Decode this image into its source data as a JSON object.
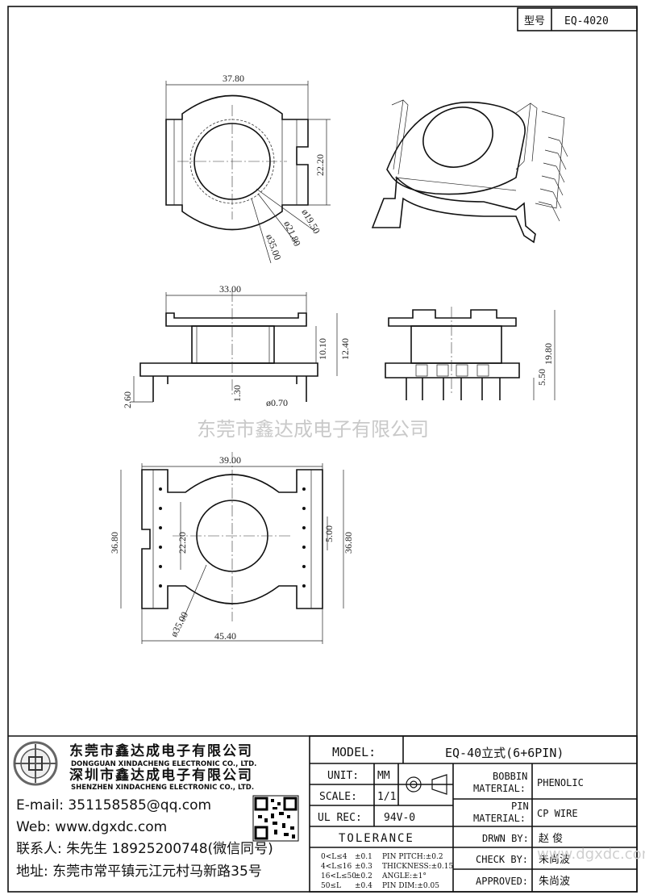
{
  "header": {
    "type_label": "型号",
    "type_value": "EQ-4020"
  },
  "dimensions": {
    "top_width": "37.80",
    "top_height": "22.20",
    "dia_inner": "ø19.50",
    "dia_mid": "ø21.80",
    "dia_outer": "ø35.00",
    "side_width": "33.00",
    "side_h1": "10.10",
    "side_h2": "12.40",
    "side_pin_len": "2.60",
    "side_pin_gap": "1.30",
    "side_pin_dia": "ø0.70",
    "end_height": "19.80",
    "end_pin": "5.50",
    "bottom_width": "39.00",
    "bottom_height_left": "36.80",
    "bottom_height_right": "36.80",
    "bottom_inner": "22.20",
    "bottom_pitch": "5.00",
    "bottom_dia": "ø35.00",
    "bottom_total": "45.40"
  },
  "watermark": "东莞市鑫达成电子有限公司",
  "company": {
    "name_1": "东莞市鑫达成电子有限公司",
    "name_1_en": "DONGGUAN XINDACHENG ELECTRONIC CO., LTD.",
    "name_2": "深圳市鑫达成电子有限公司",
    "name_2_en": "SHENZHEN XINDACHENG ELECTRONIC CO., LTD.",
    "email": "E-mail: 351158585@qq.com",
    "web": "Web: www.dgxdc.com",
    "contact": "联系人: 朱先生 18925200748(微信同号)",
    "address": "地址: 东莞市常平镇元江元村马新路35号"
  },
  "title_block": {
    "model_label": "MODEL:",
    "model_value": "EQ-40立式(6+6PIN)",
    "unit_label": "UNIT:",
    "unit_value": "MM",
    "scale_label": "SCALE:",
    "scale_value": "1/1",
    "ulrec_label": "UL REC:",
    "ulrec_value": "94V-0",
    "bobbin_label_1": "BOBBIN",
    "bobbin_label_2": "MATERIAL:",
    "bobbin_value": "PHENOLIC",
    "pin_label_1": "PIN",
    "pin_label_2": "MATERIAL:",
    "pin_value": "CP WIRE",
    "tolerance_label": "TOLERANCE",
    "tol_rows": [
      {
        "range": "0<L≤4",
        "tol": "±0.1",
        "spec": "PIN PITCH:±0.2"
      },
      {
        "range": "4<L≤16",
        "tol": "±0.3",
        "spec": "THICKNESS:±0.15"
      },
      {
        "range": "16<L≤50",
        "tol": "±0.2",
        "spec": "ANGLE:±1°"
      },
      {
        "range": "50≤L",
        "tol": "±0.4",
        "spec": "PIN DIM:±0.05"
      }
    ],
    "drwn_label": "DRWN BY:",
    "drwn_value": "赵  俊",
    "check_label": "CHECK BY:",
    "check_value": "朱尚波",
    "approved_label": "APPROVED:",
    "approved_value": "朱尚波",
    "watermark_small": "www.dgxdc.com"
  }
}
